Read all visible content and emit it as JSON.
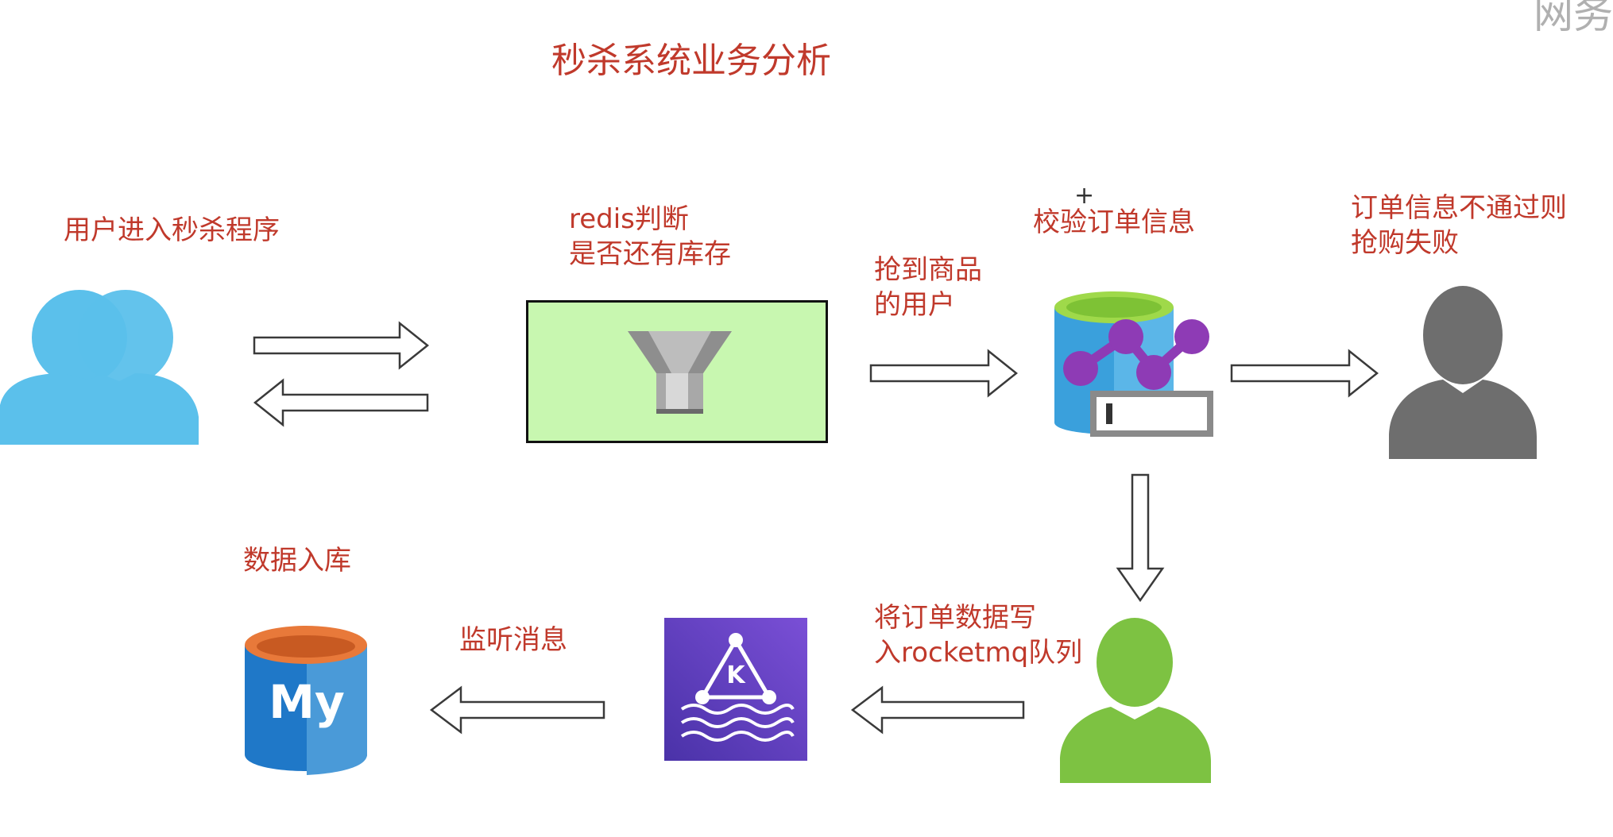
{
  "title": "秒杀系统业务分析",
  "labels": {
    "user_enter": "用户进入秒杀程序",
    "redis_check": "redis判断\n是否还有库存",
    "got_item": "抢到商品\n的用户",
    "verify_order": "校验订单信息",
    "fail": "订单信息不通过则\n抢购失败",
    "write_mq": "将订单数据写\n入rocketmq队列",
    "listen": "监听消息",
    "persist": "数据入库"
  },
  "mysql_logo_text": "My",
  "kafka_logo_text": "K",
  "watermark_text": "网务",
  "colors": {
    "label": "#c0392b",
    "user_blue": "#5bc0eb",
    "redis_box_fill": "#c8f7b0",
    "db_purple": "#8e3bb5",
    "fail_gray": "#6e6e6e",
    "user_green": "#7dc242",
    "mysql_blue": "#1f78c8",
    "mysql_orange": "#e8793a",
    "mq_purple": "#5a3fb8"
  },
  "icons": [
    "users-icon",
    "funnel-icon",
    "database-graph-icon",
    "user-gray-icon",
    "user-green-icon",
    "kinesis-icon",
    "mysql-icon"
  ]
}
